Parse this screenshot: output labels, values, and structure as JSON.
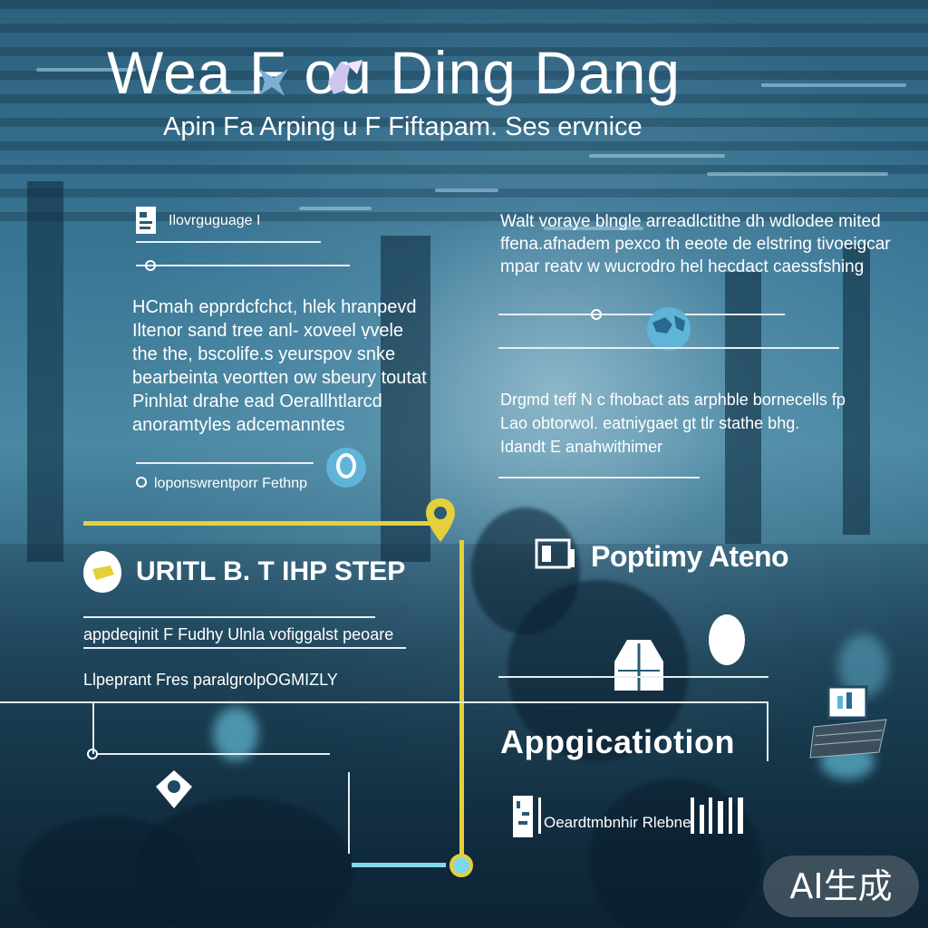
{
  "header": {
    "title": "Wea F ou Ding Dang",
    "subtitle": "Apin Fa Arping u F Fiftapam. Ses ervnice"
  },
  "left_panel": {
    "label": "Ilovrguguage I",
    "paragraph": "HCmah epprdcfchct, hlek hranpevd\nIltenor sand tree anl- xoveel ṿvele\nthe the, bscolife.s yeurspov snke\nbearbeinta veortten ow sbeury toutat\nPinhlat drahe ead Oerallhtlarcd\nanoramtyles adcemanntes",
    "caption": "loponswrentporr Fethnp"
  },
  "right_panel": {
    "paragraph_1": "Walt voraye blngle arreadlctithe dh wdlodee mited\nffena.afnadem pexco th eeote de elstring tivoeigcar\nmpar reatv w wucrodro hel hecdact caessfshing",
    "paragraph_2": "Drgmd teff N c fhobact ats arphble bornecells fp\nLao obtorwol. eatniygaet gt tlr stathe bhg.\nIdandt E anahwithimer"
  },
  "step": {
    "heading": "URITL B. T IHP STEP",
    "line_1": "appdeqinit F Fudhy Ulnla vofiggalst peoare",
    "line_2": "Llpeprant Fres paralgrolpOGMIZLY"
  },
  "optimize": {
    "heading": "Poptimy Ateno"
  },
  "application": {
    "heading": "Appgicatiotion",
    "barcode_text": "Oeardtmbnhir Rlebne"
  },
  "badge": {
    "label": "AI生成"
  },
  "colors": {
    "accent_yellow": "#e6cf3c",
    "line_white": "#e6eff3",
    "icon_blue": "#5fb4d8",
    "icon_cyan": "#7fd8ea"
  },
  "icons": [
    "document-icon",
    "lightbulb-icon",
    "globe-icon",
    "map-pin-icon",
    "coin-icon",
    "server-icon",
    "person-icon",
    "jacket-icon",
    "laptop-icon",
    "location-icon",
    "barcode-icon"
  ]
}
